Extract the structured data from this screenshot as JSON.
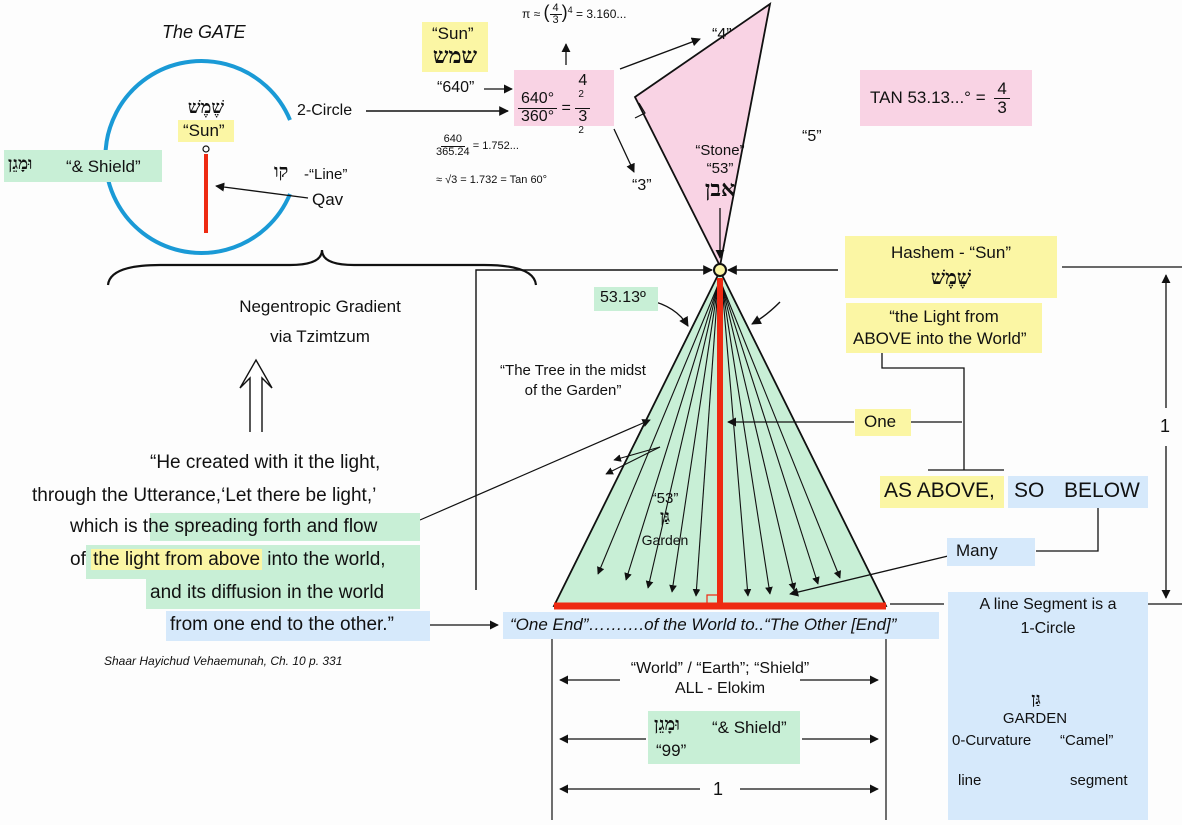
{
  "gate": {
    "title": "The GATE",
    "sun_heb": "שֶׁמֶשׁ",
    "sun_en": "“Sun”",
    "two_circle": "2-Circle",
    "qav_heb": "קו",
    "qav_line": "-“Line”",
    "qav": "Qav",
    "shield_heb": "וּמָגֵן",
    "shield_en": "“& Shield”",
    "gradient_line1": "Negentropic Gradient",
    "gradient_line2": "via Tzimtzum"
  },
  "sun_box": {
    "sun_en": "“Sun”",
    "sun_heb": "שמש",
    "value_640": "“640”",
    "frac_num": "640°",
    "frac_den": "360°",
    "eq": "=",
    "rhs_num": "4",
    "rhs_den": "3",
    "exp": "2"
  },
  "pi_formula": {
    "prefix": "π ≈",
    "num": "4",
    "den": "3",
    "exp": "4",
    "suffix": "= 3.160..."
  },
  "year_formula": {
    "num": "640",
    "den": "365.24",
    "result": "= 1.752...",
    "root": "≈ √3 = 1.732 = Tan 60°"
  },
  "triangle": {
    "side_4": "“4”",
    "side_3": "“3”",
    "side_5": "“5”",
    "stone_en": "“Stone”",
    "stone_53": "“53”",
    "stone_heb": "אבן"
  },
  "tan": {
    "label": "TAN 53.13...° =",
    "num": "4",
    "den": "3"
  },
  "hashem": {
    "line1": "Hashem  -  “Sun”",
    "heb": "שֶׁמֶשׁ"
  },
  "light_above": {
    "line1": "“the Light from",
    "above": "ABOVE",
    "line2_rest": " into the World”"
  },
  "angle_label": "53.13º",
  "tree_label_line1": "“The Tree in the midst",
  "tree_label_line2": "of the Garden”",
  "garden": {
    "num": "“53”",
    "heb": "גַּן",
    "en": "Garden"
  },
  "one_label": "One",
  "many_label": "Many",
  "as_above": {
    "part1": "AS ABOVE,",
    "part2": "SO",
    "part3": "BELOW"
  },
  "quote": {
    "line1": "“He created with it the light,",
    "line2": "through the Utterance,‘Let there be light,’",
    "line3_pre": "which is",
    "line3_hl": "the spreading forth and flow",
    "line4_pre": "of",
    "line4_hl": "the light from above",
    "line4_post": "into the world,",
    "line5": "and its diffusion in the world",
    "line6": "from one end to the other.”",
    "source": "Shaar Hayichud Vehaemunah, Ch. 10   p. 331"
  },
  "one_end": "“One End”……….of the World to..“The Other [End]”",
  "world": {
    "line1": "“World” / “Earth”; “Shield”",
    "line2": "ALL - Elokim"
  },
  "shield_box": {
    "heb": "וּמָגֵן",
    "en": "“& Shield”",
    "num": "“99”"
  },
  "dim_bottom": "1",
  "dim_right": "1",
  "segment_box": {
    "line1": "A line Segment is a",
    "line2": "1-Circle",
    "heb": "גַּן",
    "garden": "GARDEN",
    "zero_curv": "0-Curvature",
    "camel": "“Camel”",
    "line": "line",
    "segment": "segment"
  },
  "colors": {
    "red": "#ee2a12",
    "green": "#c8efd6",
    "pink": "#f9d3e4",
    "yellow": "#fbf6a4",
    "blue": "#d6e9fb",
    "circle": "#1a9ad6"
  }
}
